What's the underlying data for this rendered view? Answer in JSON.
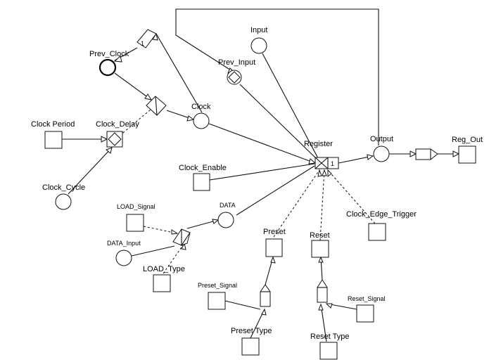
{
  "diagram": {
    "labels": {
      "prev_clock": "Prev_Clock",
      "clock_period": "Clock Period",
      "clock_delay": "Clock_Delay",
      "clock_cycle": "Clock_Cycle",
      "clock": "Clock",
      "input": "Input",
      "prev_input": "Prev_Input",
      "register": "Register",
      "output": "Output",
      "reg_out": "Reg_Out",
      "clock_enable": "Clock_Enable",
      "load_signal": "LOAD_Signal",
      "data": "DATA",
      "data_input": "DATA_Input",
      "load_type": "LOAD_Type",
      "preset": "Preset",
      "reset": "Reset",
      "clock_edge_trigger": "Clock_Edge_Trigger",
      "preset_signal": "Preset_Signal",
      "reset_signal": "Reset_Signal",
      "preset_type": "Preset Type",
      "reset_type": "Reset Type"
    },
    "delay_marks": {
      "prev_clock_delay": "1",
      "register_delay": "1"
    }
  }
}
